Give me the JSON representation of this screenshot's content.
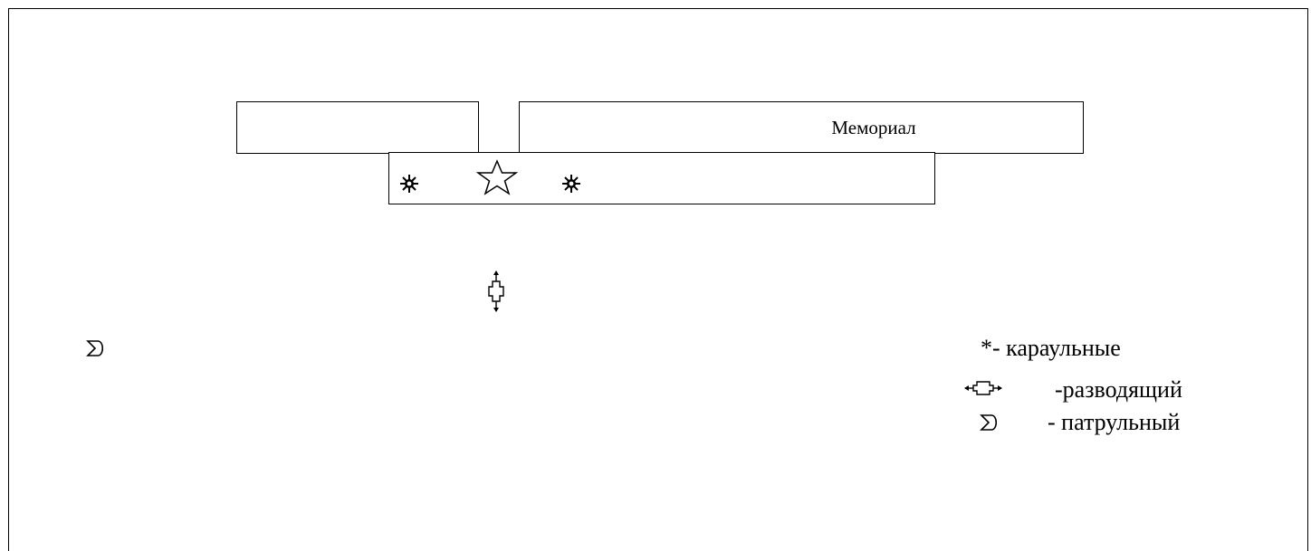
{
  "diagram": {
    "memorial_label": "Мемориал"
  },
  "legend": {
    "guards_symbol": "*",
    "guards_label": "- караульные",
    "leader_label": "-разводящий",
    "patrol_label": "- патрульный"
  },
  "icons": {
    "guard": "sunburst-star-icon",
    "eternal_flame": "star-outline-icon",
    "leader": "four-arrow-cross-icon",
    "patrol": "sigma-patrol-icon"
  }
}
